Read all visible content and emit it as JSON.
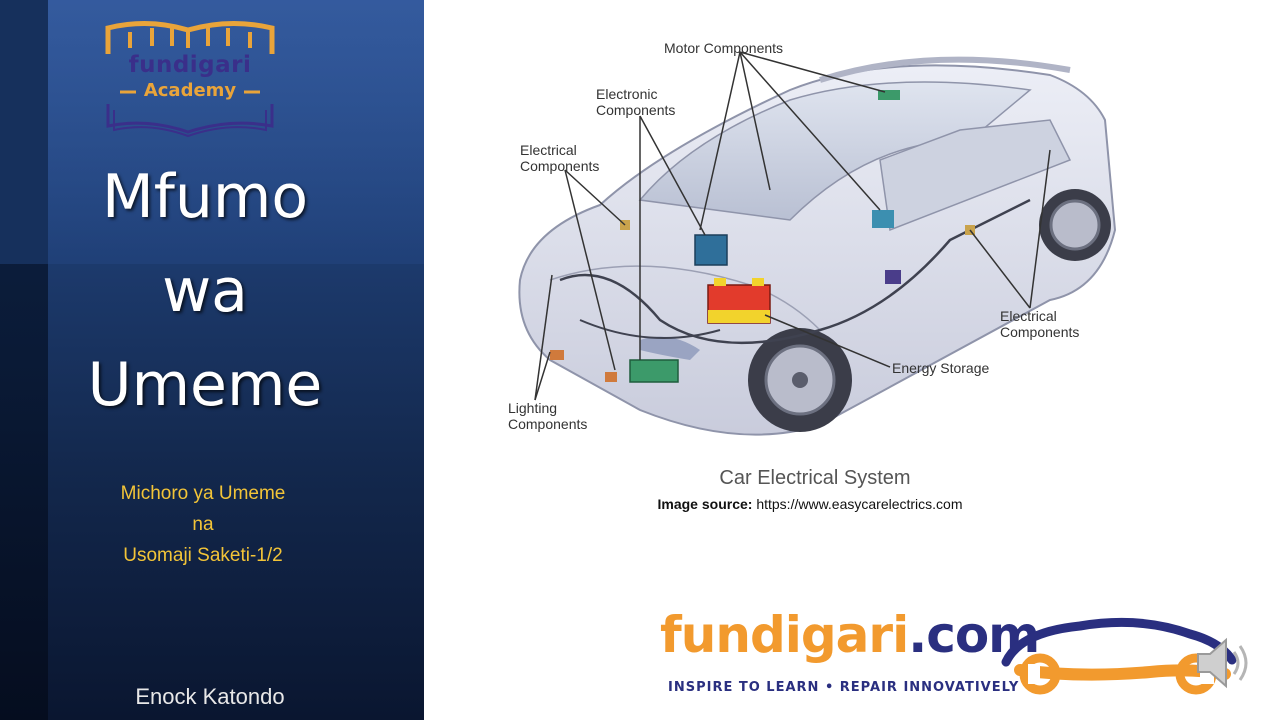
{
  "logo": {
    "word": "fundigari",
    "sub": "Academy"
  },
  "title": {
    "line1": "Mfumo",
    "line2": "wa",
    "line3": "Umeme"
  },
  "subtitle": {
    "line1": "Michoro ya Umeme",
    "line2": "na",
    "line3": "Usomaji Saketi-1/2"
  },
  "author": "Enock Katondo",
  "diagram": {
    "labels": {
      "motor": "Motor Components",
      "electronic_1": "Electronic",
      "electronic_2": "Components",
      "electrical_left_1": "Electrical",
      "electrical_left_2": "Components",
      "electrical_right_1": "Electrical",
      "electrical_right_2": "Components",
      "energy": "Energy Storage",
      "lighting_1": "Lighting",
      "lighting_2": "Components"
    }
  },
  "caption": "Car Electrical System",
  "source": {
    "label": "Image source:",
    "url": "https://www.easycarelectrics.com"
  },
  "brand": {
    "name_part1": "fundigari",
    "name_part2": ".com",
    "tagline": "INSPIRE TO LEARN • REPAIR INNOVATIVELY"
  },
  "colors": {
    "accent_orange": "#f29a2e",
    "brand_navy": "#2a2f80",
    "subtitle_yellow": "#f2c438"
  },
  "icons": {
    "speaker": "speaker-icon"
  }
}
